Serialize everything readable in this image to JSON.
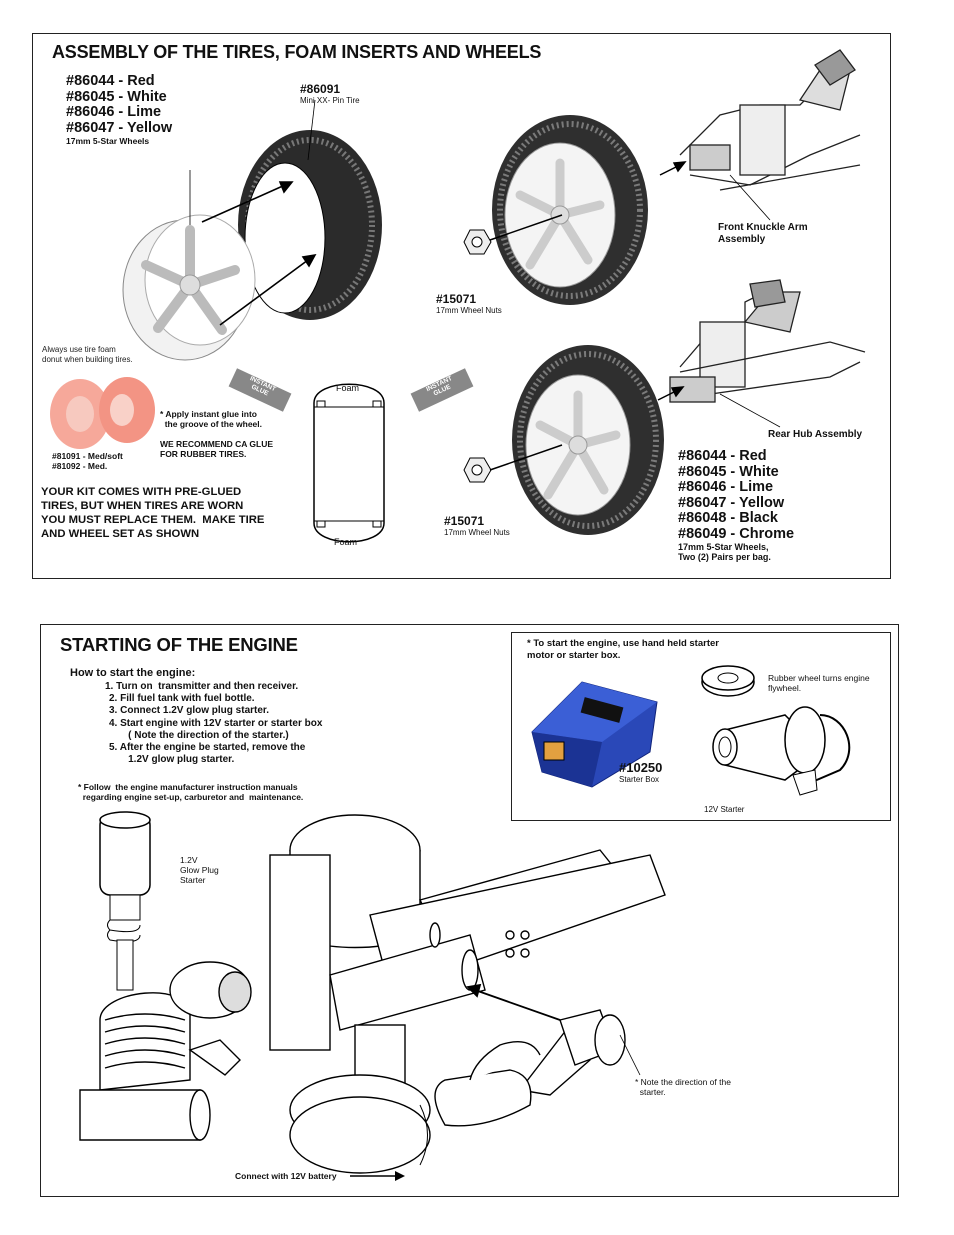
{
  "tires": {
    "title": "ASSEMBLY OF THE TIRES, FOAM INSERTS AND WHEELS",
    "wheels_top": [
      "#86044 - Red",
      "#86045 - White",
      "#86046 - Lime",
      "#86047 - Yellow"
    ],
    "wheels_top_desc": "17mm 5-Star Wheels",
    "tire_part": "#86091",
    "tire_desc": "Mini XX- Pin Tire",
    "nut1_part": "#15071",
    "nut1_desc": "17mm Wheel Nuts",
    "nut2_part": "#15071",
    "nut2_desc": "17mm Wheel Nuts",
    "front_label": "Front Knuckle Arm\nAssembly",
    "rear_label": "Rear Hub Assembly",
    "foam_note": "Always use tire foam\ndonut when building tires.",
    "foam_parts": "#81091 - Med/soft\n#81092 - Med.",
    "glue_note": "* Apply instant glue into\n  the groove of the wheel.\n\nWE RECOMMEND CA GLUE\nFOR RUBBER TIRES.",
    "glue_label": "INSTANT\nGLUE",
    "foam_top": "Foam",
    "foam_bottom": "Foam",
    "kit_note": "YOUR KIT COMES WITH PRE-GLUED\nTIRES, BUT WHEN TIRES ARE WORN\nYOU MUST REPLACE THEM.  MAKE TIRE\nAND WHEEL SET AS SHOWN",
    "wheels_bottom": [
      "#86044 - Red",
      "#86045 - White",
      "#86046 - Lime",
      "#86047 - Yellow",
      "#86048 - Black",
      "#86049 - Chrome"
    ],
    "wheels_bottom_desc": "17mm 5-Star Wheels,\nTwo (2) Pairs per bag."
  },
  "engine": {
    "title": "STARTING OF THE ENGINE",
    "how_title": "How to start the engine:",
    "steps": [
      "1. Turn on  transmitter and then receiver.",
      "2. Fill fuel tank with fuel bottle.",
      "3. Connect 1.2V glow plug starter.",
      "4. Start engine with 12V starter or starter box",
      "    ( Note the direction of the starter.)",
      "5. After the engine be started, remove the",
      "    1.2V glow plug starter."
    ],
    "manual_note": "* Follow  the engine manufacturer instruction manuals\n  regarding engine set-up, carburetor and  maintenance.",
    "starter_note": "* To start the engine, use hand held starter\nmotor or starter box.",
    "rubber_note": "Rubber wheel turns engine\nflywheel.",
    "box_part": "#10250",
    "box_desc": "Starter Box",
    "starter12": "12V Starter",
    "glow_label": "1.2V\nGlow Plug\nStarter",
    "direction_note": "* Note the direction of the\n  starter.",
    "battery_note": "Connect with 12V battery"
  }
}
